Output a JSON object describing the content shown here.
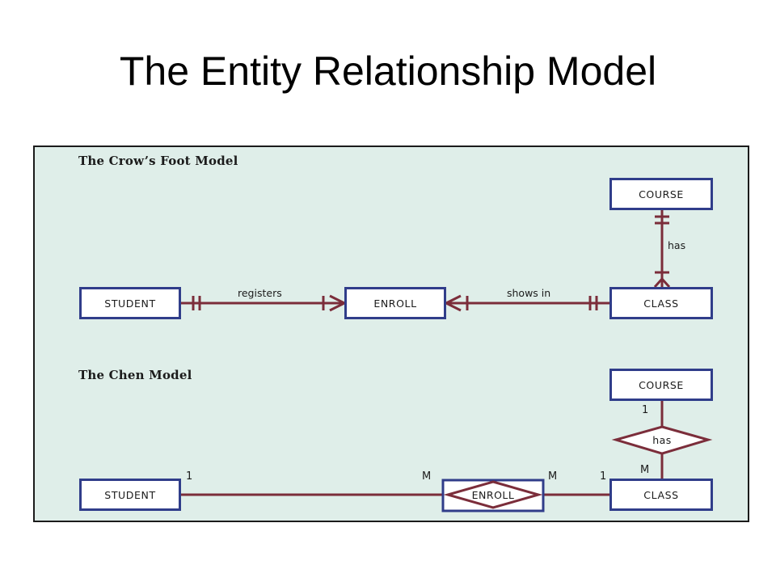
{
  "slide": {
    "title": "The Entity Relationship Model"
  },
  "crows_foot": {
    "heading": "The Crow’s Foot Model",
    "entities": {
      "course": "COURSE",
      "student": "STUDENT",
      "enroll": "ENROLL",
      "class": "CLASS"
    },
    "relationships": {
      "registers": "registers",
      "shows_in": "shows in",
      "has": "has"
    }
  },
  "chen": {
    "heading": "The Chen Model",
    "entities": {
      "course": "COURSE",
      "student": "STUDENT",
      "class": "CLASS"
    },
    "relationships": {
      "has": "has",
      "enroll": "ENROLL"
    },
    "cardinalities": {
      "course_has": "1",
      "has_class": "M",
      "student_enroll": "1",
      "enroll_student_side": "M",
      "enroll_class_side": "M",
      "class_enroll": "1"
    }
  },
  "colors": {
    "entity_border": "#303d8a",
    "line": "#7b2d3a",
    "background": "#dfeee9"
  }
}
